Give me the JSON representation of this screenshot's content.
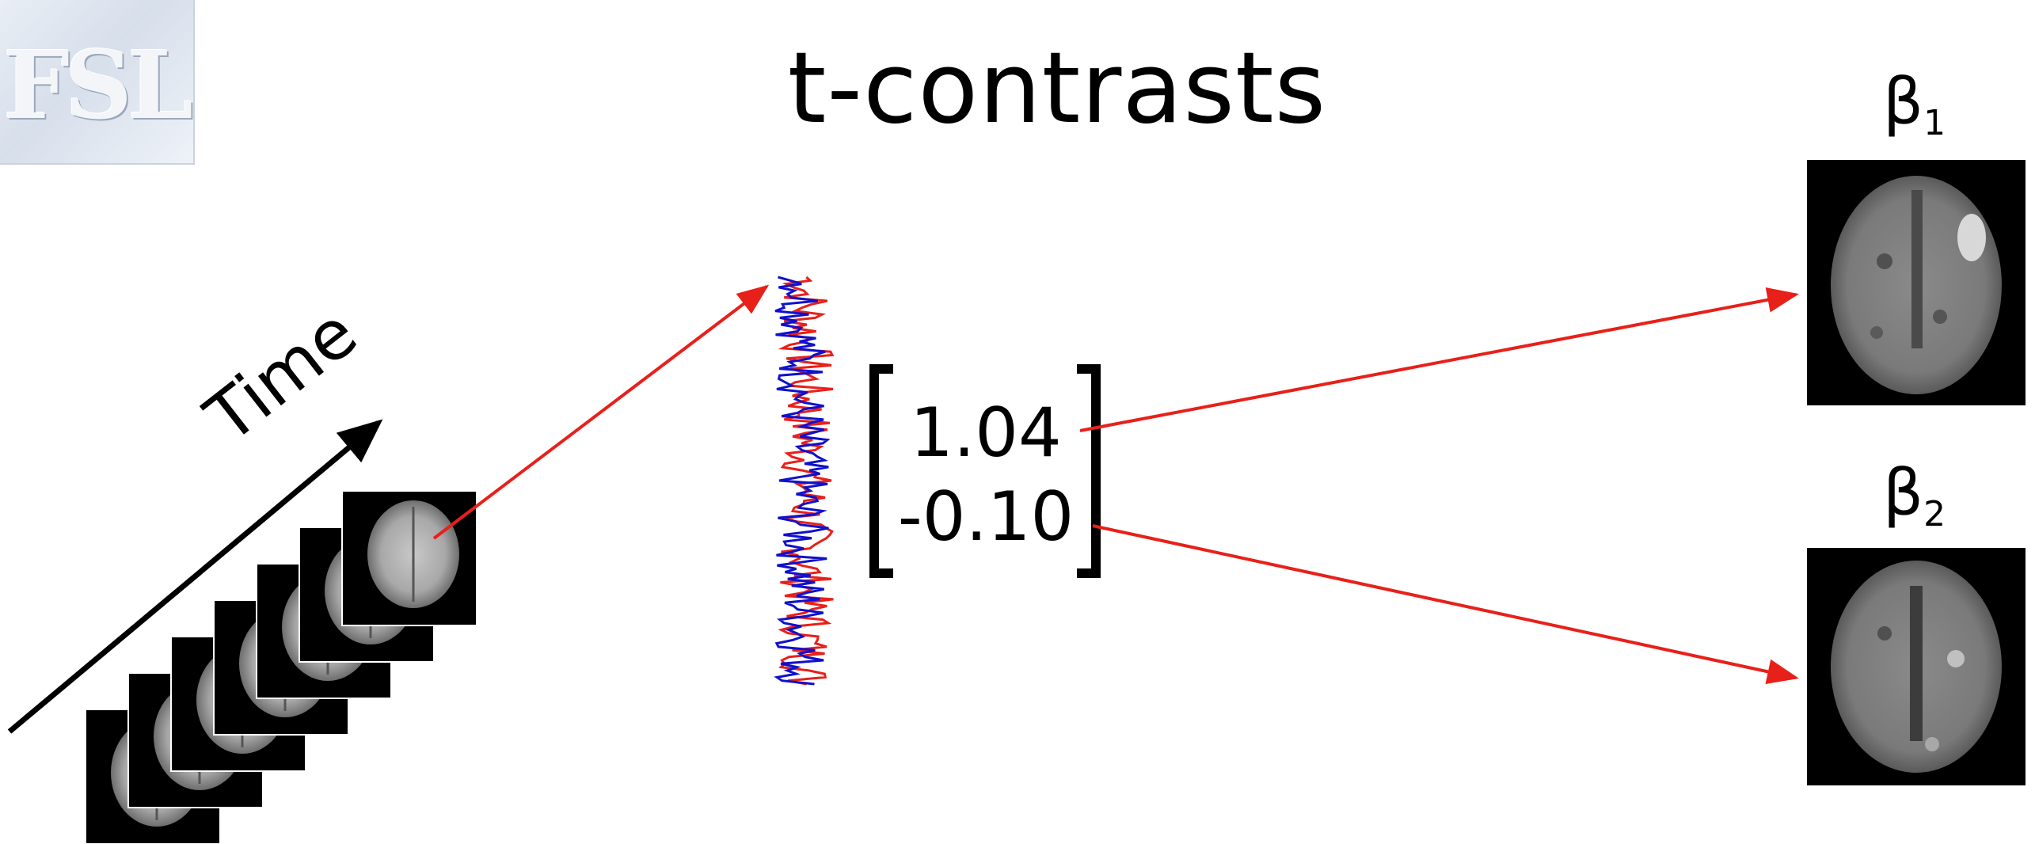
{
  "slide": {
    "title": "t-contrasts",
    "logo_text": "FSL",
    "time_label": "Time",
    "beta_values": [
      "1.04",
      "-0.10"
    ],
    "beta_maps": [
      {
        "symbol": "β",
        "subscript": "1"
      },
      {
        "symbol": "β",
        "subscript": "2"
      }
    ],
    "colors": {
      "arrow": "#e8201a",
      "timeseries_a": "#1010cc",
      "timeseries_b": "#e8201a",
      "axis": "#000000"
    },
    "icons": [
      "fsl-logo",
      "brain-slice-stack",
      "timeseries-trace",
      "beta-map"
    ]
  }
}
